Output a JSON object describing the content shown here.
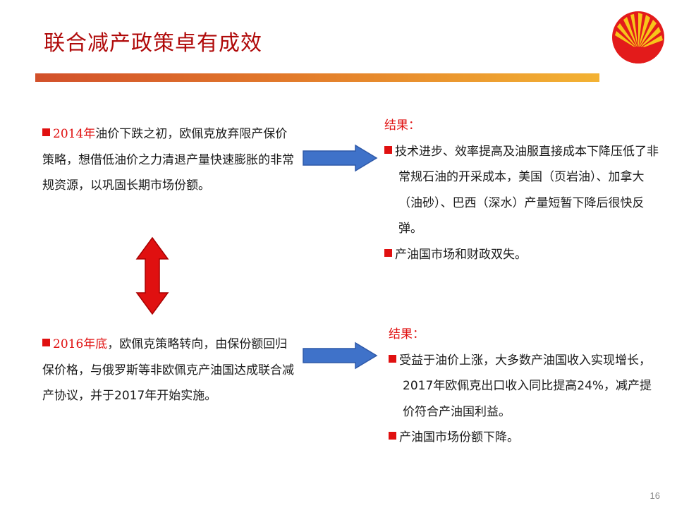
{
  "slide": {
    "title": "联合减产政策卓有成效",
    "page_number": "16"
  },
  "block_2014": {
    "year": "2014年",
    "text": "油价下跌之初，欧佩克放弃限产保价策略，想借低油价之力清退产量快速膨胀的非常规资源，以巩固长期市场份额。"
  },
  "result_2014": {
    "heading": "结果：",
    "items": [
      "技术进步、效率提高及油服直接成本下降压低了非常规石油的开采成本，美国（页岩油）、加拿大（油砂）、巴西（深水）产量短暂下降后很快反弹。",
      "产油国市场和财政双失。"
    ]
  },
  "block_2016": {
    "year": "2016年底",
    "text": "，欧佩克策略转向，由保份额回归保价格，与俄罗斯等非欧佩克产油国达成联合减产协议，并于2017年开始实施。"
  },
  "result_2016": {
    "heading": "结果：",
    "items": [
      "受益于油价上涨，大多数产油国收入实现增长，2017年欧佩克出口收入同比提高24%，减产提价符合产油国利益。",
      "产油国市场份额下降。"
    ]
  },
  "colors": {
    "title": "#b00a0a",
    "accent_red": "#e01010",
    "arrow_blue": "#3f72c9",
    "arrow_red": "#e01010"
  }
}
